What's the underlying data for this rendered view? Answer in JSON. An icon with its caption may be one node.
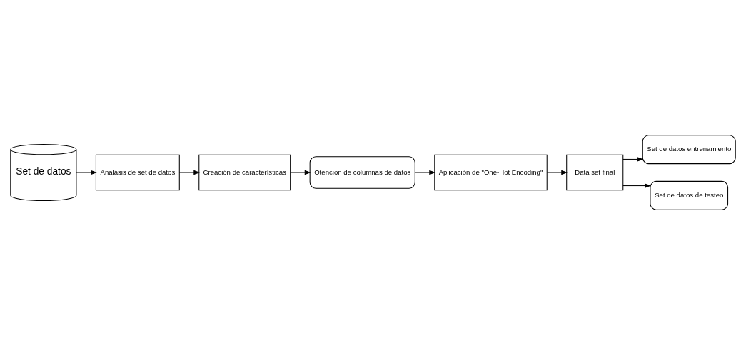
{
  "diagram": {
    "nodes": [
      {
        "text": [
          "Set de datos"
        ]
      },
      {
        "text": [
          "Analásis de set de datos"
        ]
      },
      {
        "text": [
          "Creación de características"
        ]
      },
      {
        "text": [
          "Otención de columnas de datos"
        ]
      },
      {
        "text": [
          "Aplicación de \"One-Hot Encoding\""
        ]
      },
      {
        "text": [
          "Data set final"
        ]
      },
      {
        "text": [
          "Set de datos entrenamiento"
        ]
      },
      {
        "text": [
          "Set de datos de testeo"
        ]
      }
    ],
    "edges": [
      {
        "from": 0,
        "to": 1,
        "arrow": "to"
      },
      {
        "from": 1,
        "to": 2,
        "arrow": "to"
      },
      {
        "from": 2,
        "to": 3,
        "arrow": "to"
      },
      {
        "from": 3,
        "to": 4,
        "arrow": "to"
      },
      {
        "from": 4,
        "to": 5,
        "arrow": "to"
      },
      {
        "from": 5,
        "to": 6,
        "arrow": "to"
      },
      {
        "from": 5,
        "to": 7,
        "arrow": "to"
      }
    ]
  }
}
